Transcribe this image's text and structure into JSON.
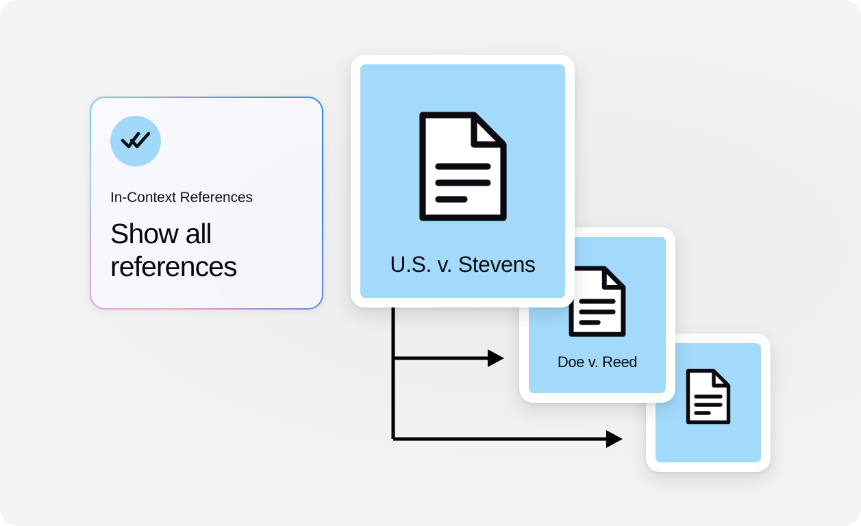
{
  "canvas": {
    "background_color": "#f5f4f5",
    "accent_blue": "#a3dafb",
    "ink": "#0a0b10"
  },
  "feature_card": {
    "name": "in-context-references-card",
    "icon": "double-check-icon",
    "icon_background_color": "#a3dafb",
    "eyebrow": "In-Context References",
    "headline": "Show all references",
    "border_gradient": [
      "#f7a8c8",
      "#c9a7e6",
      "#9fd8f2",
      "#63c9c0",
      "#2f9fe0",
      "#2f7de0"
    ],
    "surface_color": "#fafaff"
  },
  "documents": [
    {
      "id": "doc-card-1",
      "icon": "document-icon",
      "label": "U.S. v. Stevens",
      "panel_color": "#a3dafb"
    },
    {
      "id": "doc-card-2",
      "icon": "document-icon",
      "label": "Doe v. Reed",
      "panel_color": "#a3dafb"
    },
    {
      "id": "doc-card-3",
      "icon": "document-icon",
      "label": "",
      "panel_color": "#a3dafb"
    }
  ],
  "connector": {
    "name": "reference-connector",
    "stroke_color": "#000000",
    "stroke_width": 5,
    "branches": 2,
    "arrowheads": 2
  }
}
